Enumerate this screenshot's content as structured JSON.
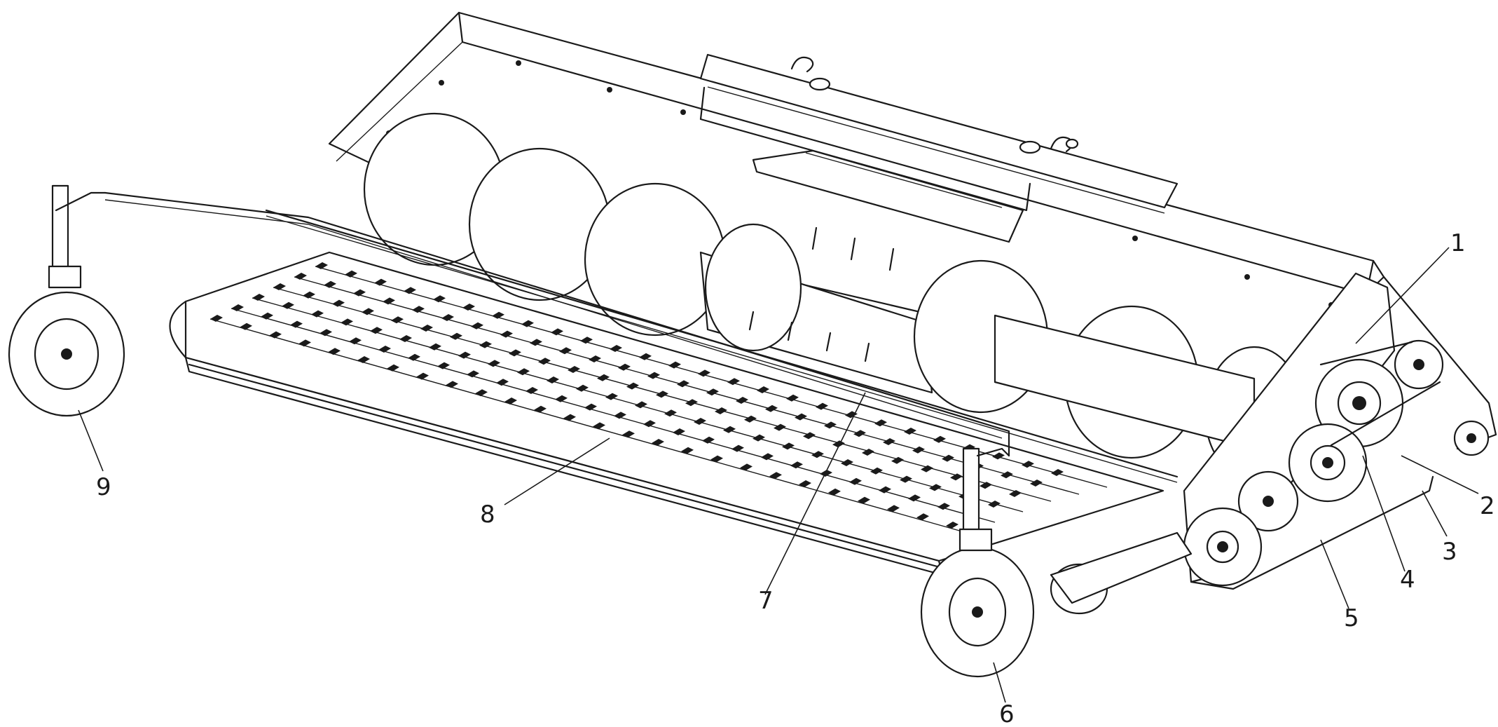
{
  "figure": {
    "callouts": [
      "1",
      "2",
      "3",
      "4",
      "5",
      "6",
      "7",
      "8",
      "9"
    ]
  },
  "colors": {
    "line": "#1a1a1a",
    "background": "#ffffff"
  }
}
